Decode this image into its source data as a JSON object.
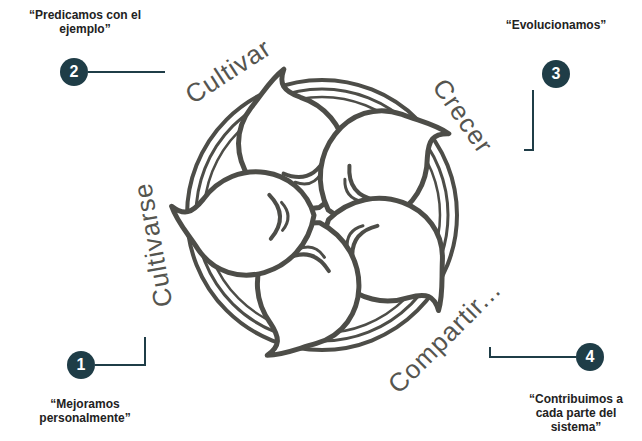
{
  "diagram": {
    "labels": [
      "“Predicamos con el ejemplo”",
      "“Evolucionamos”",
      "2",
      "Cultivar",
      "3",
      "Crecer",
      "Cultivarse",
      "1",
      "4",
      "Compartir...",
      "“Mejoramos personalmente”",
      "“Contribuimos a cada parte del sistema”"
    ]
  }
}
